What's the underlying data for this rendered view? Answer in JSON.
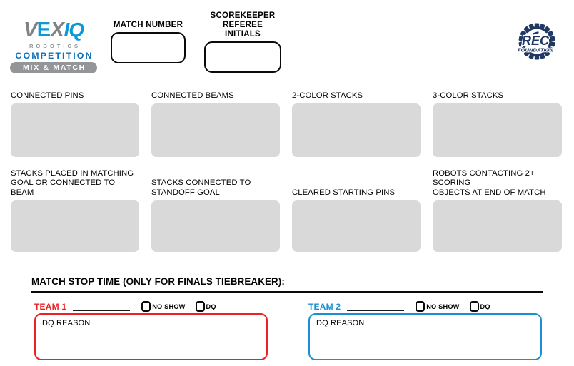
{
  "header": {
    "vex_logo": {
      "v": "V",
      "e": "E",
      "x": "X",
      "iq": "IQ",
      "robotics": "ROBOTICS",
      "competition": "COMPETITION",
      "program": "MIX & MATCH"
    },
    "fields": [
      {
        "label": "MATCH NUMBER",
        "value": ""
      },
      {
        "label": "SCOREKEEPER\nREFEREE INITIALS",
        "value": ""
      }
    ],
    "rec_logo": {
      "name": "REC",
      "subtitle": "FOUNDATION"
    }
  },
  "scoring": {
    "row1": [
      {
        "label": "CONNECTED PINS",
        "value": ""
      },
      {
        "label": "CONNECTED BEAMS",
        "value": ""
      },
      {
        "label": "2-COLOR STACKS",
        "value": ""
      },
      {
        "label": "3-COLOR STACKS",
        "value": ""
      }
    ],
    "row2": [
      {
        "label": "STACKS PLACED IN MATCHING\nGOAL OR CONNECTED TO BEAM",
        "value": ""
      },
      {
        "label": "STACKS CONNECTED TO\nSTANDOFF GOAL",
        "value": ""
      },
      {
        "label": "CLEARED STARTING PINS",
        "value": ""
      },
      {
        "label": "ROBOTS CONTACTING 2+ SCORING\nOBJECTS AT END OF MATCH",
        "value": ""
      }
    ]
  },
  "bottom": {
    "match_stop_time_title": "MATCH STOP TIME (ONLY FOR FINALS TIEBREAKER):",
    "teams": [
      {
        "name": "TEAM 1",
        "number": "",
        "no_show_label": "NO SHOW",
        "dq_label": "DQ",
        "dq_reason_label": "DQ REASON",
        "dq_reason_value": "",
        "color": "#ED2024"
      },
      {
        "name": "TEAM 2",
        "number": "",
        "no_show_label": "NO SHOW",
        "dq_label": "DQ",
        "dq_reason_label": "DQ REASON",
        "dq_reason_value": "",
        "color": "#1B8FD4"
      }
    ]
  },
  "colors": {
    "field_gray": "#D9D9D9",
    "vex_gray": "#939598",
    "vex_blue": "#0C9AD7",
    "vex_competition_blue": "#0C6FB8",
    "team1_red": "#ED2024",
    "team2_blue": "#1B8FD4",
    "rec_navy": "#1F3864",
    "black": "#0A0A0A"
  }
}
